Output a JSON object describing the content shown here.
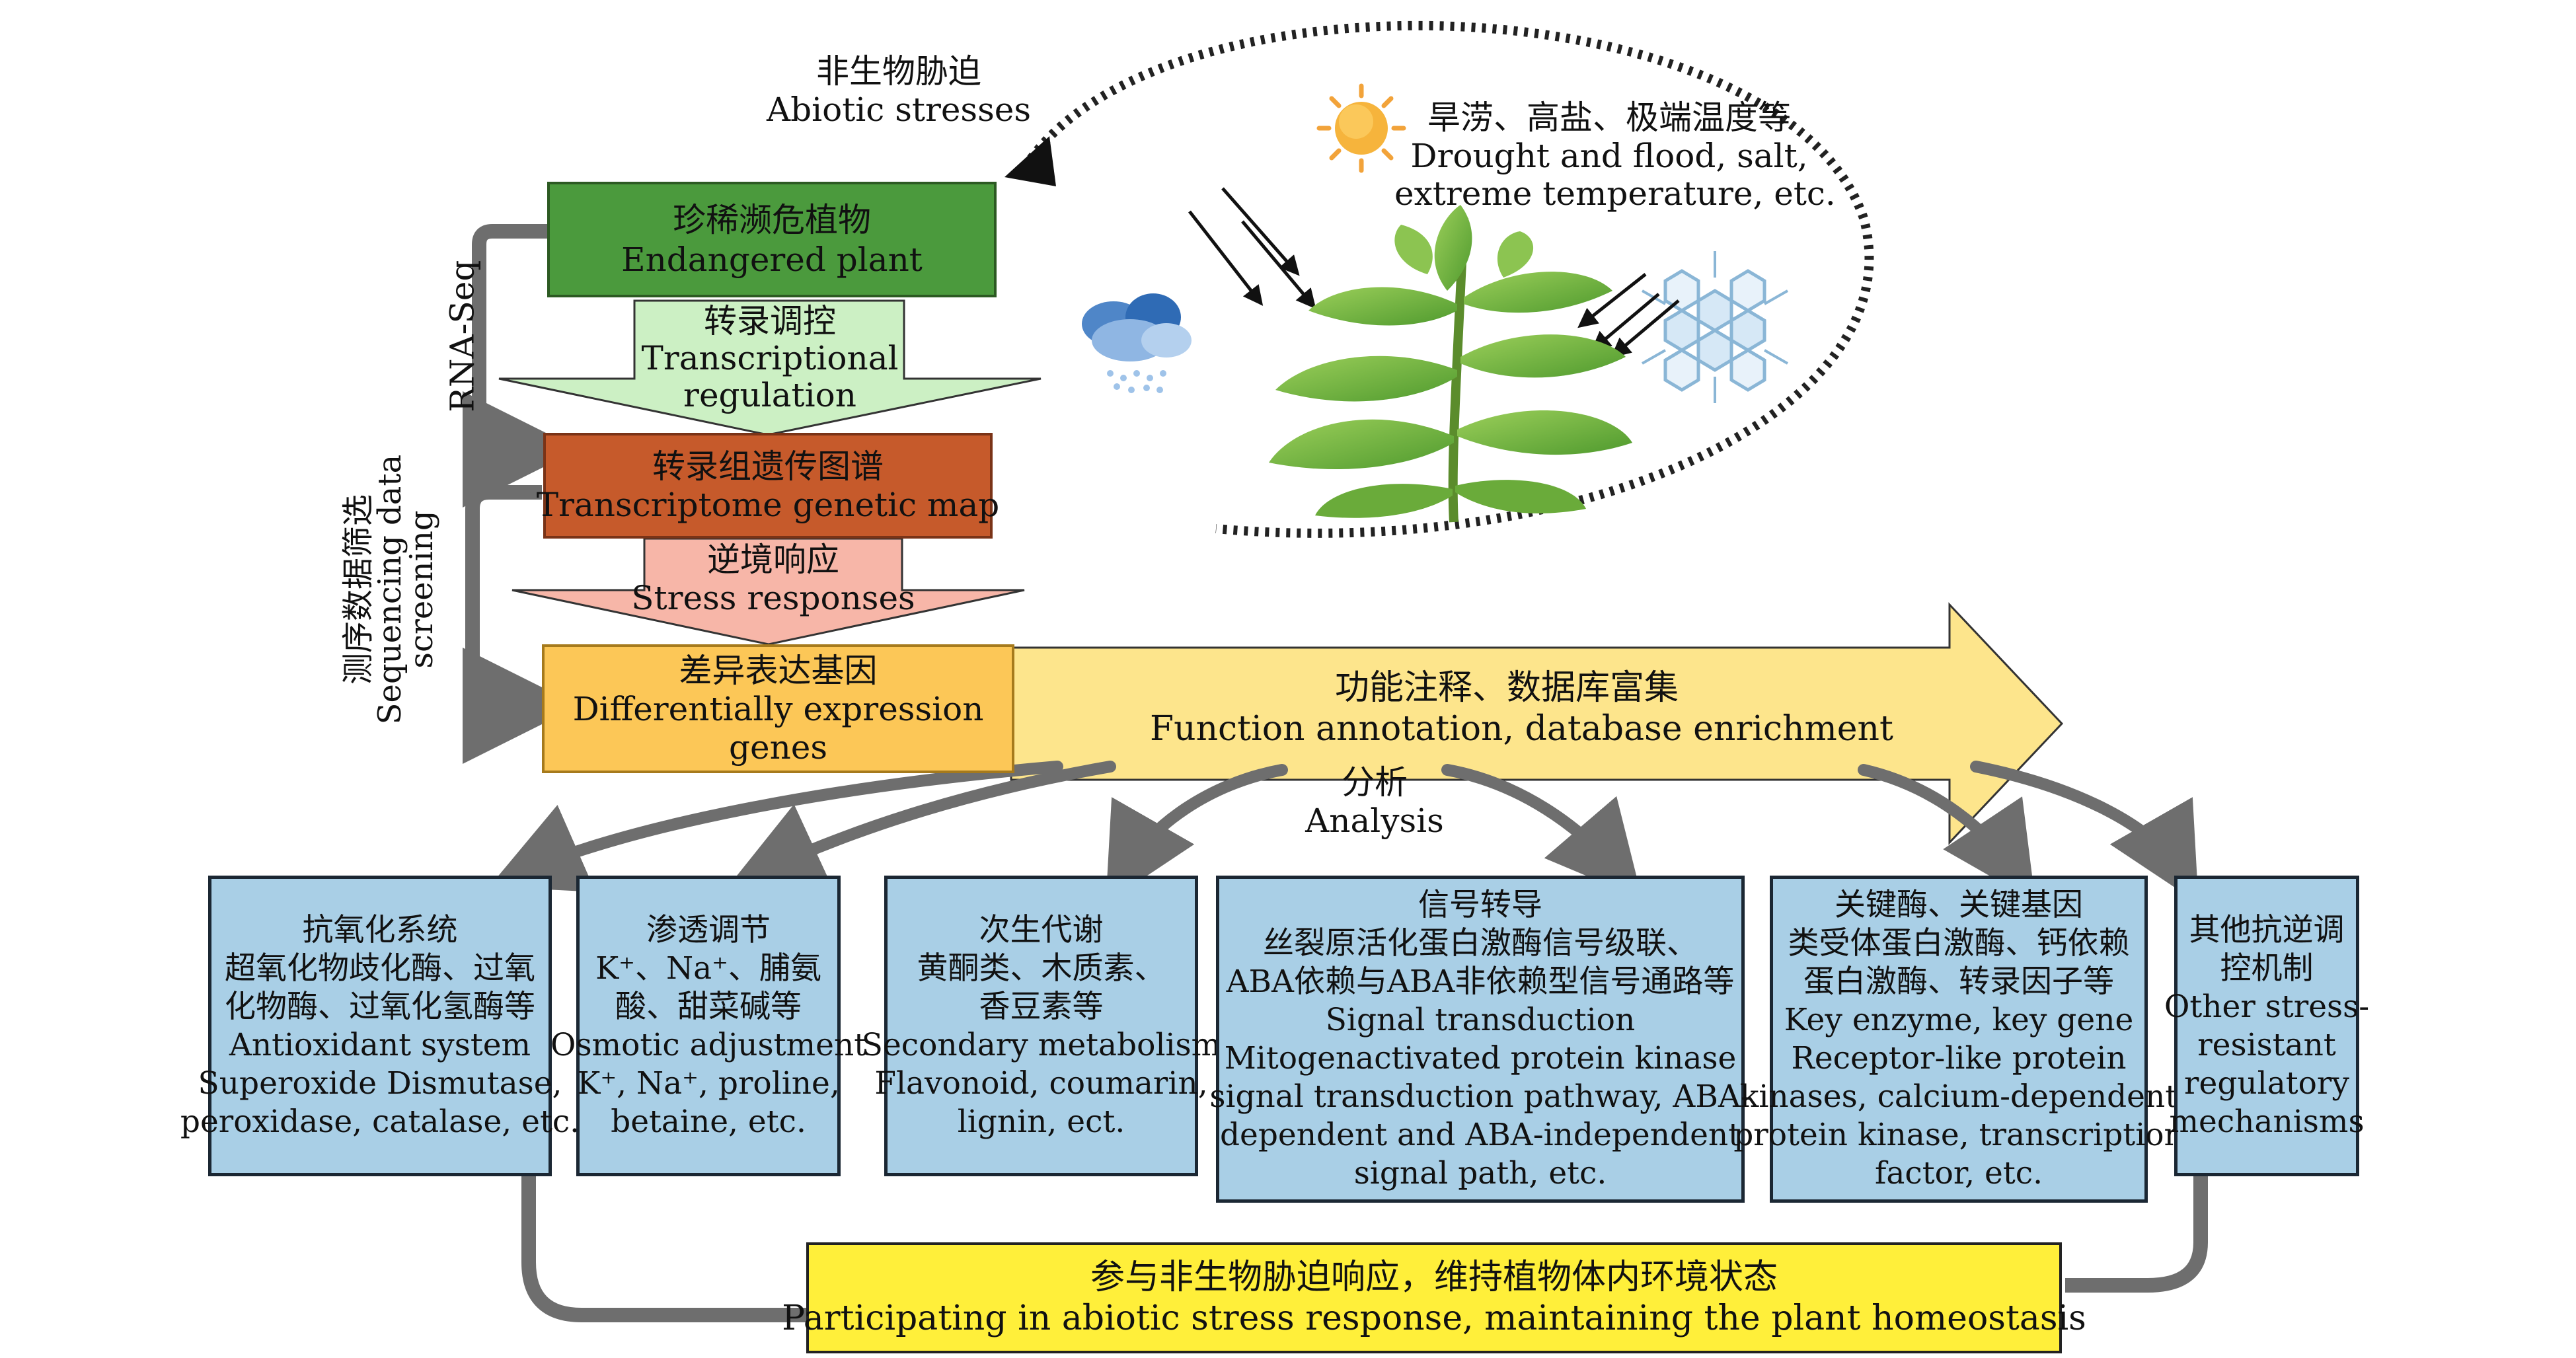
{
  "colors": {
    "endangered_fill": "#4b9a3d",
    "transcriptome_fill": "#c65a2b",
    "deg_fill": "#fcc757",
    "big_arrow_fill": "#fde58c",
    "regulation_arrow_fill": "#ccf0c4",
    "stress_arrow_fill": "#f7b6a8",
    "bottom_box_fill": "#ffef3a",
    "target_box_fill": "#a9cfe6",
    "connector_gray": "#6e6e6e"
  },
  "abiotic": {
    "zh": "非生物胁迫",
    "en": "Abiotic stresses"
  },
  "stress_types": {
    "zh": "旱涝、高盐、极端温度等",
    "en1": "Drought and flood, salt,",
    "en2": "extreme temperature, etc."
  },
  "rnaseq": "RNA-Seq",
  "screening": {
    "zh": "测序数据筛选",
    "en1": "Sequencing data",
    "en2": "screening"
  },
  "endangered": {
    "zh": "珍稀濒危植物",
    "en": "Endangered plant"
  },
  "regulation": {
    "zh": "转录调控",
    "en1": "Transcriptional",
    "en2": "regulation"
  },
  "transcriptome": {
    "zh": "转录组遗传图谱",
    "en": "Transcriptome genetic map"
  },
  "stress_resp": {
    "zh": "逆境响应",
    "en": "Stress responses"
  },
  "deg": {
    "zh": "差异表达基因",
    "en1": "Differentially expression",
    "en2": "genes"
  },
  "function": {
    "zh": "功能注释、数据库富集",
    "en": "Function annotation, database enrichment"
  },
  "analysis": {
    "zh": "分析",
    "en": "Analysis"
  },
  "targets": [
    {
      "name": "antioxidant",
      "lines": [
        "抗氧化系统",
        "超氧化物歧化酶、过氧",
        "化物酶、过氧化氢酶等",
        "Antioxidant system",
        "Superoxide Dismutase,",
        "peroxidase, catalase, etc."
      ]
    },
    {
      "name": "osmotic",
      "lines": [
        "渗透调节",
        "K⁺、Na⁺、脯氨",
        "酸、甜菜碱等",
        "Osmotic adjustment",
        "K⁺, Na⁺, proline,",
        "betaine, etc."
      ]
    },
    {
      "name": "secondary",
      "lines": [
        "次生代谢",
        "黄酮类、木质素、",
        "香豆素等",
        "Secondary metabolism",
        "Flavonoid, coumarin,",
        "lignin, ect."
      ]
    },
    {
      "name": "signal",
      "lines": [
        "信号转导",
        "丝裂原活化蛋白激酶信号级联、",
        "ABA依赖与ABA非依赖型信号通路等",
        "Signal transduction",
        "Mitogenactivated protein kinase",
        "signal transduction pathway, ABA-",
        "dependent and ABA-independent",
        "signal path, etc."
      ]
    },
    {
      "name": "enzyme",
      "lines": [
        "关键酶、关键基因",
        "类受体蛋白激酶、钙依赖",
        "蛋白激酶、转录因子等",
        "Key enzyme, key gene",
        "Receptor-like protein",
        "kinases, calcium-dependent",
        "protein kinase, transcription",
        "factor, etc."
      ]
    },
    {
      "name": "other",
      "lines": [
        "其他抗逆调",
        "控机制",
        "Other stress-",
        "resistant",
        "regulatory",
        "mechanisms"
      ]
    }
  ],
  "bottom": {
    "zh": "参与非生物胁迫响应，维持植物体内环境状态",
    "en": "Participating in abiotic stress response, maintaining the plant homeostasis"
  }
}
